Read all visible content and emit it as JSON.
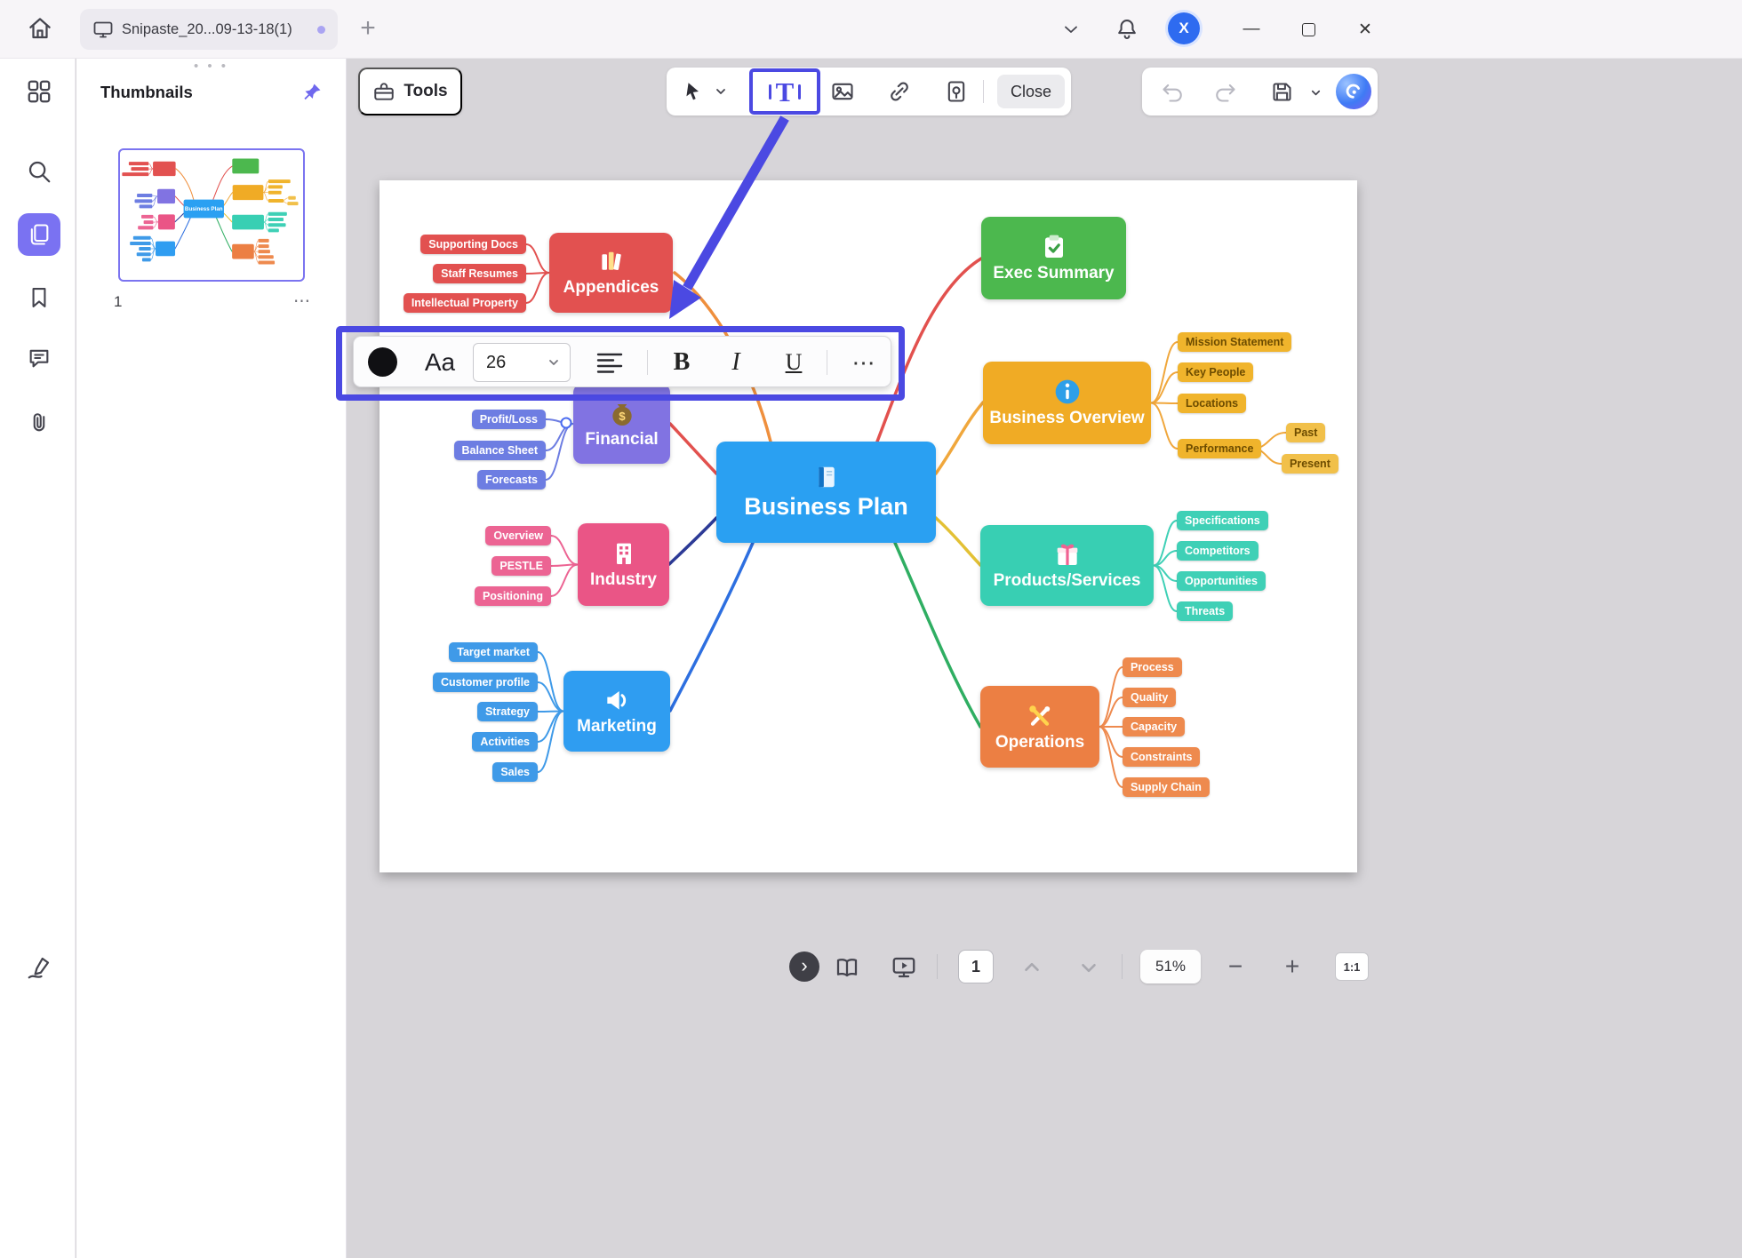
{
  "colors": {
    "accent": "#4b49e2",
    "page_bg": "#ffffff",
    "canvas_bg": "#d7d5d9"
  },
  "window": {
    "tab_title": "Snipaste_20...09-13-18(1)",
    "avatar_initial": "X"
  },
  "icons": {
    "more": "⋯",
    "plus": "+",
    "minimize": "—",
    "close": "✕",
    "drag_dots": "• • •",
    "nav_next": "›"
  },
  "thumbnails_panel": {
    "title": "Thumbnails",
    "page_label": "1"
  },
  "toolbar": {
    "tools_label": "Tools",
    "close_label": "Close"
  },
  "format_toolbar": {
    "font_preview": "Aa",
    "font_size": "26",
    "bold": "B",
    "italic": "I",
    "underline": "U"
  },
  "statusbar": {
    "page_number": "1",
    "zoom_level": "51%",
    "actual_size": "1:1"
  },
  "mindmap": {
    "center": {
      "label": "Business Plan",
      "icon": "book-icon",
      "color": "#2aa0f2"
    },
    "branches": [
      {
        "id": "appendices",
        "label": "Appendices",
        "icon": "books-icon",
        "color": "#e25150",
        "pill_bg": "#e25150",
        "pill_fg": "#ffffff",
        "curve_color": "#ef8f3d",
        "connector_color": "#e25150",
        "children": [
          "Supporting Docs",
          "Staff Resumes",
          "Intellectual Property"
        ]
      },
      {
        "id": "exec-summary",
        "label": "Exec Summary",
        "icon": "clipboard-icon",
        "color": "#4cb84e",
        "pill_bg": "#4cb84e",
        "pill_fg": "#ffffff",
        "curve_color": "#e2514e",
        "connector_color": "#4cb84e",
        "children": []
      },
      {
        "id": "business-overview",
        "label": "Business Overview",
        "icon": "info-icon",
        "color": "#f0ab25",
        "pill_bg": "#f0b42c",
        "pill_fg": "#6d4c00",
        "curve_color": "#f0a73c",
        "connector_color": "#f0a73c",
        "children": [
          "Mission Statement",
          "Key People",
          "Locations",
          "Performance"
        ],
        "grandchildren": [
          "Past",
          "Present"
        ],
        "grand_bg": "#f1c04a",
        "grand_fg": "#6d4c00"
      },
      {
        "id": "financial",
        "label": "Financial",
        "icon": "money-icon",
        "color": "#8173e2",
        "pill_bg": "#6d7de2",
        "pill_fg": "#ffffff",
        "curve_color": "#e2514e",
        "connector_color": "#6d7de2",
        "children": [
          "Profit/Loss",
          "Balance Sheet",
          "Forecasts"
        ]
      },
      {
        "id": "industry",
        "label": "Industry",
        "icon": "building-icon",
        "color": "#ea5586",
        "pill_bg": "#ec6493",
        "pill_fg": "#ffffff",
        "curve_color": "#2c3a96",
        "connector_color": "#ec6493",
        "children": [
          "Overview",
          "PESTLE",
          "Positioning"
        ]
      },
      {
        "id": "products-services",
        "label": "Products/Services",
        "icon": "gift-icon",
        "color": "#38cfb3",
        "pill_bg": "#3fd0b6",
        "pill_fg": "#ffffff",
        "curve_color": "#e3c135",
        "connector_color": "#3fd0b6",
        "children": [
          "Specifications",
          "Competitors",
          "Opportunities",
          "Threats"
        ]
      },
      {
        "id": "marketing",
        "label": "Marketing",
        "icon": "megaphone-icon",
        "color": "#2f9df1",
        "pill_bg": "#3f9ae8",
        "pill_fg": "#ffffff",
        "curve_color": "#2d6fe0",
        "connector_color": "#3f9ae8",
        "children": [
          "Target market",
          "Customer profile",
          "Strategy",
          "Activities",
          "Sales"
        ]
      },
      {
        "id": "operations",
        "label": "Operations",
        "icon": "tools-icon",
        "color": "#ec7f43",
        "pill_bg": "#ee8a4e",
        "pill_fg": "#ffffff",
        "curve_color": "#2fae62",
        "connector_color": "#ee8a4e",
        "children": [
          "Process",
          "Quality",
          "Capacity",
          "Constraints",
          "Supply Chain"
        ]
      }
    ]
  }
}
